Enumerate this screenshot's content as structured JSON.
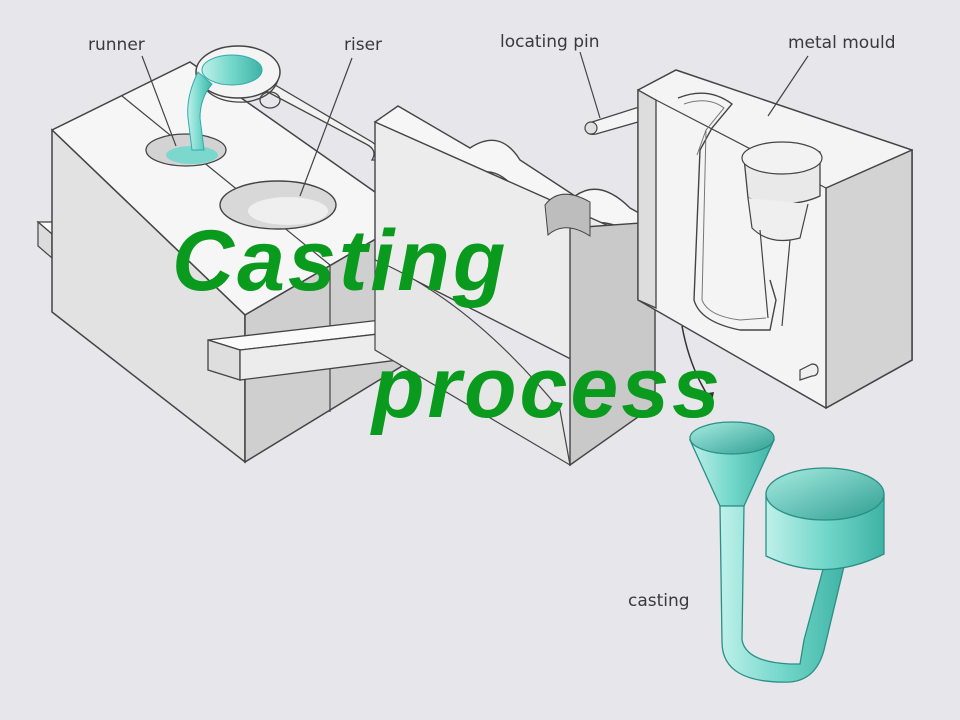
{
  "title": {
    "line1": "Casting",
    "line2": "process",
    "color": "#0a9a1e"
  },
  "labels": {
    "runner": "runner",
    "riser": "riser",
    "locating_pin": "locating pin",
    "metal_mould": "metal mould",
    "casting": "casting"
  },
  "colors": {
    "background": "#e6e6eb",
    "mould_face": "#f4f4f4",
    "mould_side": "#d0d0d0",
    "molten_metal": "#6fd3c6"
  }
}
